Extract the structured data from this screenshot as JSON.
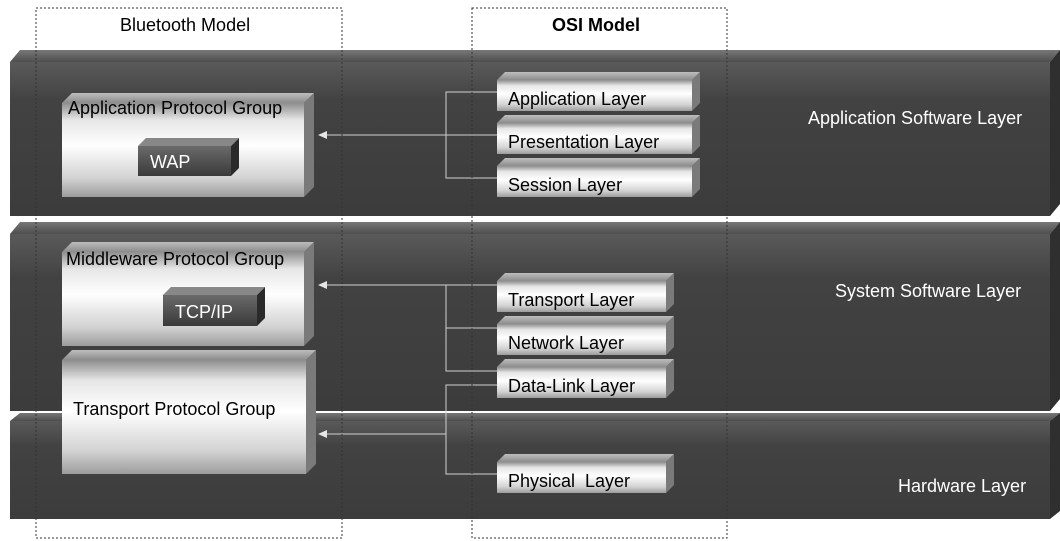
{
  "headers": {
    "bluetooth": "Bluetooth Model",
    "osi": "OSI Model"
  },
  "bands": {
    "application": "Application Software Layer",
    "system": "System Software Layer",
    "hardware": "Hardware Layer"
  },
  "bluetooth_groups": {
    "application": "Application Protocol Group",
    "middleware": "Middleware Protocol Group",
    "transport": "Transport Protocol Group"
  },
  "bluetooth_items": {
    "wap": "WAP",
    "tcpip": "TCP/IP"
  },
  "osi_layers": {
    "application": "Application Layer",
    "presentation": "Presentation Layer",
    "session": "Session Layer",
    "transport": "Transport Layer",
    "network": "Network Layer",
    "datalink": "Data-Link Layer",
    "physical": "Physical  Layer"
  }
}
